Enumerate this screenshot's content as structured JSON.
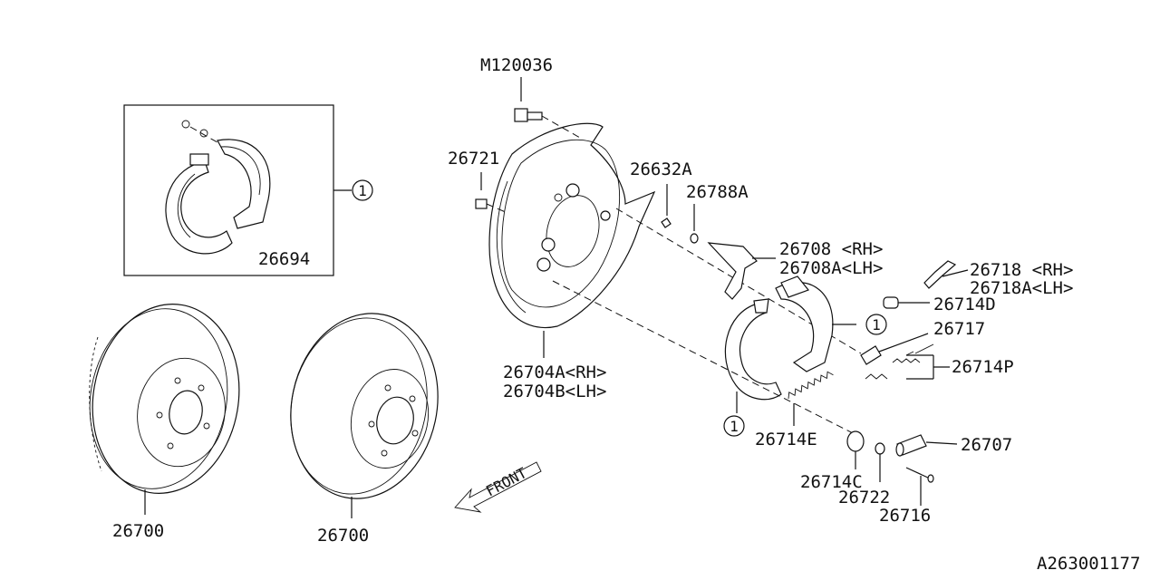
{
  "diagram": {
    "labels": {
      "bolt": "M120036",
      "bleeder": "26721",
      "pin_a": "26632A",
      "pin_b": "26788A",
      "strut_rh": "26708 <RH>",
      "strut_lh": "26708A<LH>",
      "lever_rh": "26718 <RH>",
      "lever_lh": "26718A<LH>",
      "spring_d": "26714D",
      "clip": "26717",
      "spring_p": "26714P",
      "kit": "26694",
      "backing_rh": "26704A<RH>",
      "backing_lh": "26704B<LH>",
      "spring_e": "26714E",
      "adjuster": "26707",
      "spring_c": "26714C",
      "washer": "26722",
      "pin": "26716",
      "rotor_front": "26700",
      "rotor_rear": "26700",
      "front_arrow": "FRONT",
      "diagram_id": "A263001177",
      "callout_kit": "1",
      "callout_upper": "1",
      "callout_lower": "1"
    }
  }
}
